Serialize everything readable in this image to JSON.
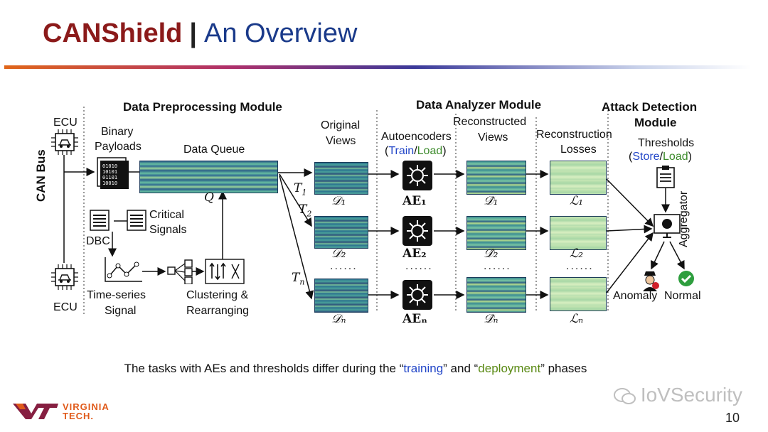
{
  "header": {
    "title_bold": "CANShield",
    "separator": "|",
    "title_rest": "An Overview"
  },
  "modules": {
    "preprocessing": "Data Preprocessing Module",
    "analyzer": "Data Analyzer Module",
    "detection_line1": "Attack Detection",
    "detection_line2": "Module"
  },
  "labels": {
    "ecu_top": "ECU",
    "ecu_bottom": "ECU",
    "can_bus": "CAN Bus",
    "binary_payloads_1": "Binary",
    "binary_payloads_2": "Payloads",
    "data_queue": "Data Queue",
    "queue_symbol": "Q",
    "dbc": "DBC",
    "critical_1": "Critical",
    "critical_2": "Signals",
    "timeseries_1": "Time-series",
    "timeseries_2": "Signal",
    "clustering_1": "Clustering &",
    "clustering_2": "Rearranging",
    "original_1": "Original",
    "original_2": "Views",
    "autoencoders": "Autoencoders",
    "ae_open": "(",
    "ae_train": "Train",
    "ae_slash": "/",
    "ae_load": "Load",
    "ae_close": ")",
    "reconstructed_1": "Reconstructed",
    "reconstructed_2": "Views",
    "losses_1": "Reconstruction",
    "losses_2": "Losses",
    "thresholds": "Thresholds",
    "th_open": "(",
    "th_store": "Store",
    "th_slash": "/",
    "th_load": "Load",
    "th_close": ")",
    "aggregator": "Aggregator",
    "anomaly": "Anomaly",
    "normal": "Normal",
    "t1": "T",
    "t1_sub": "1",
    "t2": "T",
    "t2_sub": "2",
    "tn": "T",
    "tn_sub": "n"
  },
  "rows": [
    {
      "d": "𝒟₁",
      "ae": "AE₁",
      "dhat": "𝒟̂₁",
      "l": "ℒ₁"
    },
    {
      "d": "𝒟₂",
      "ae": "AE₂",
      "dhat": "𝒟̂₂",
      "l": "ℒ₂"
    },
    {
      "d": "𝒟ₙ",
      "ae": "AEₙ",
      "dhat": "𝒟̂ₙ",
      "l": "ℒₙ"
    }
  ],
  "ellipsis": "......",
  "caption": {
    "part1": "The tasks with AEs and thresholds differ during the “",
    "training": "training",
    "part2": "” and “",
    "deployment": "deployment",
    "part3": "” phases"
  },
  "footer": {
    "logo_text_1": "VIRGINIA",
    "logo_text_2": "TECH.",
    "watermark": "IoVSecurity",
    "page_number": "10"
  },
  "colors": {
    "title_red": "#8b1a1a",
    "title_blue": "#1a3a8a",
    "train_blue": "#2246c8",
    "load_green": "#3b8a2a",
    "vt_orange": "#e05a1a",
    "vt_maroon": "#861f41"
  },
  "icons": [
    "chip-icon",
    "document-icon",
    "network-icon",
    "clipboard-icon",
    "monitor-icon",
    "anomaly-icon",
    "check-icon",
    "wechat-icon"
  ]
}
